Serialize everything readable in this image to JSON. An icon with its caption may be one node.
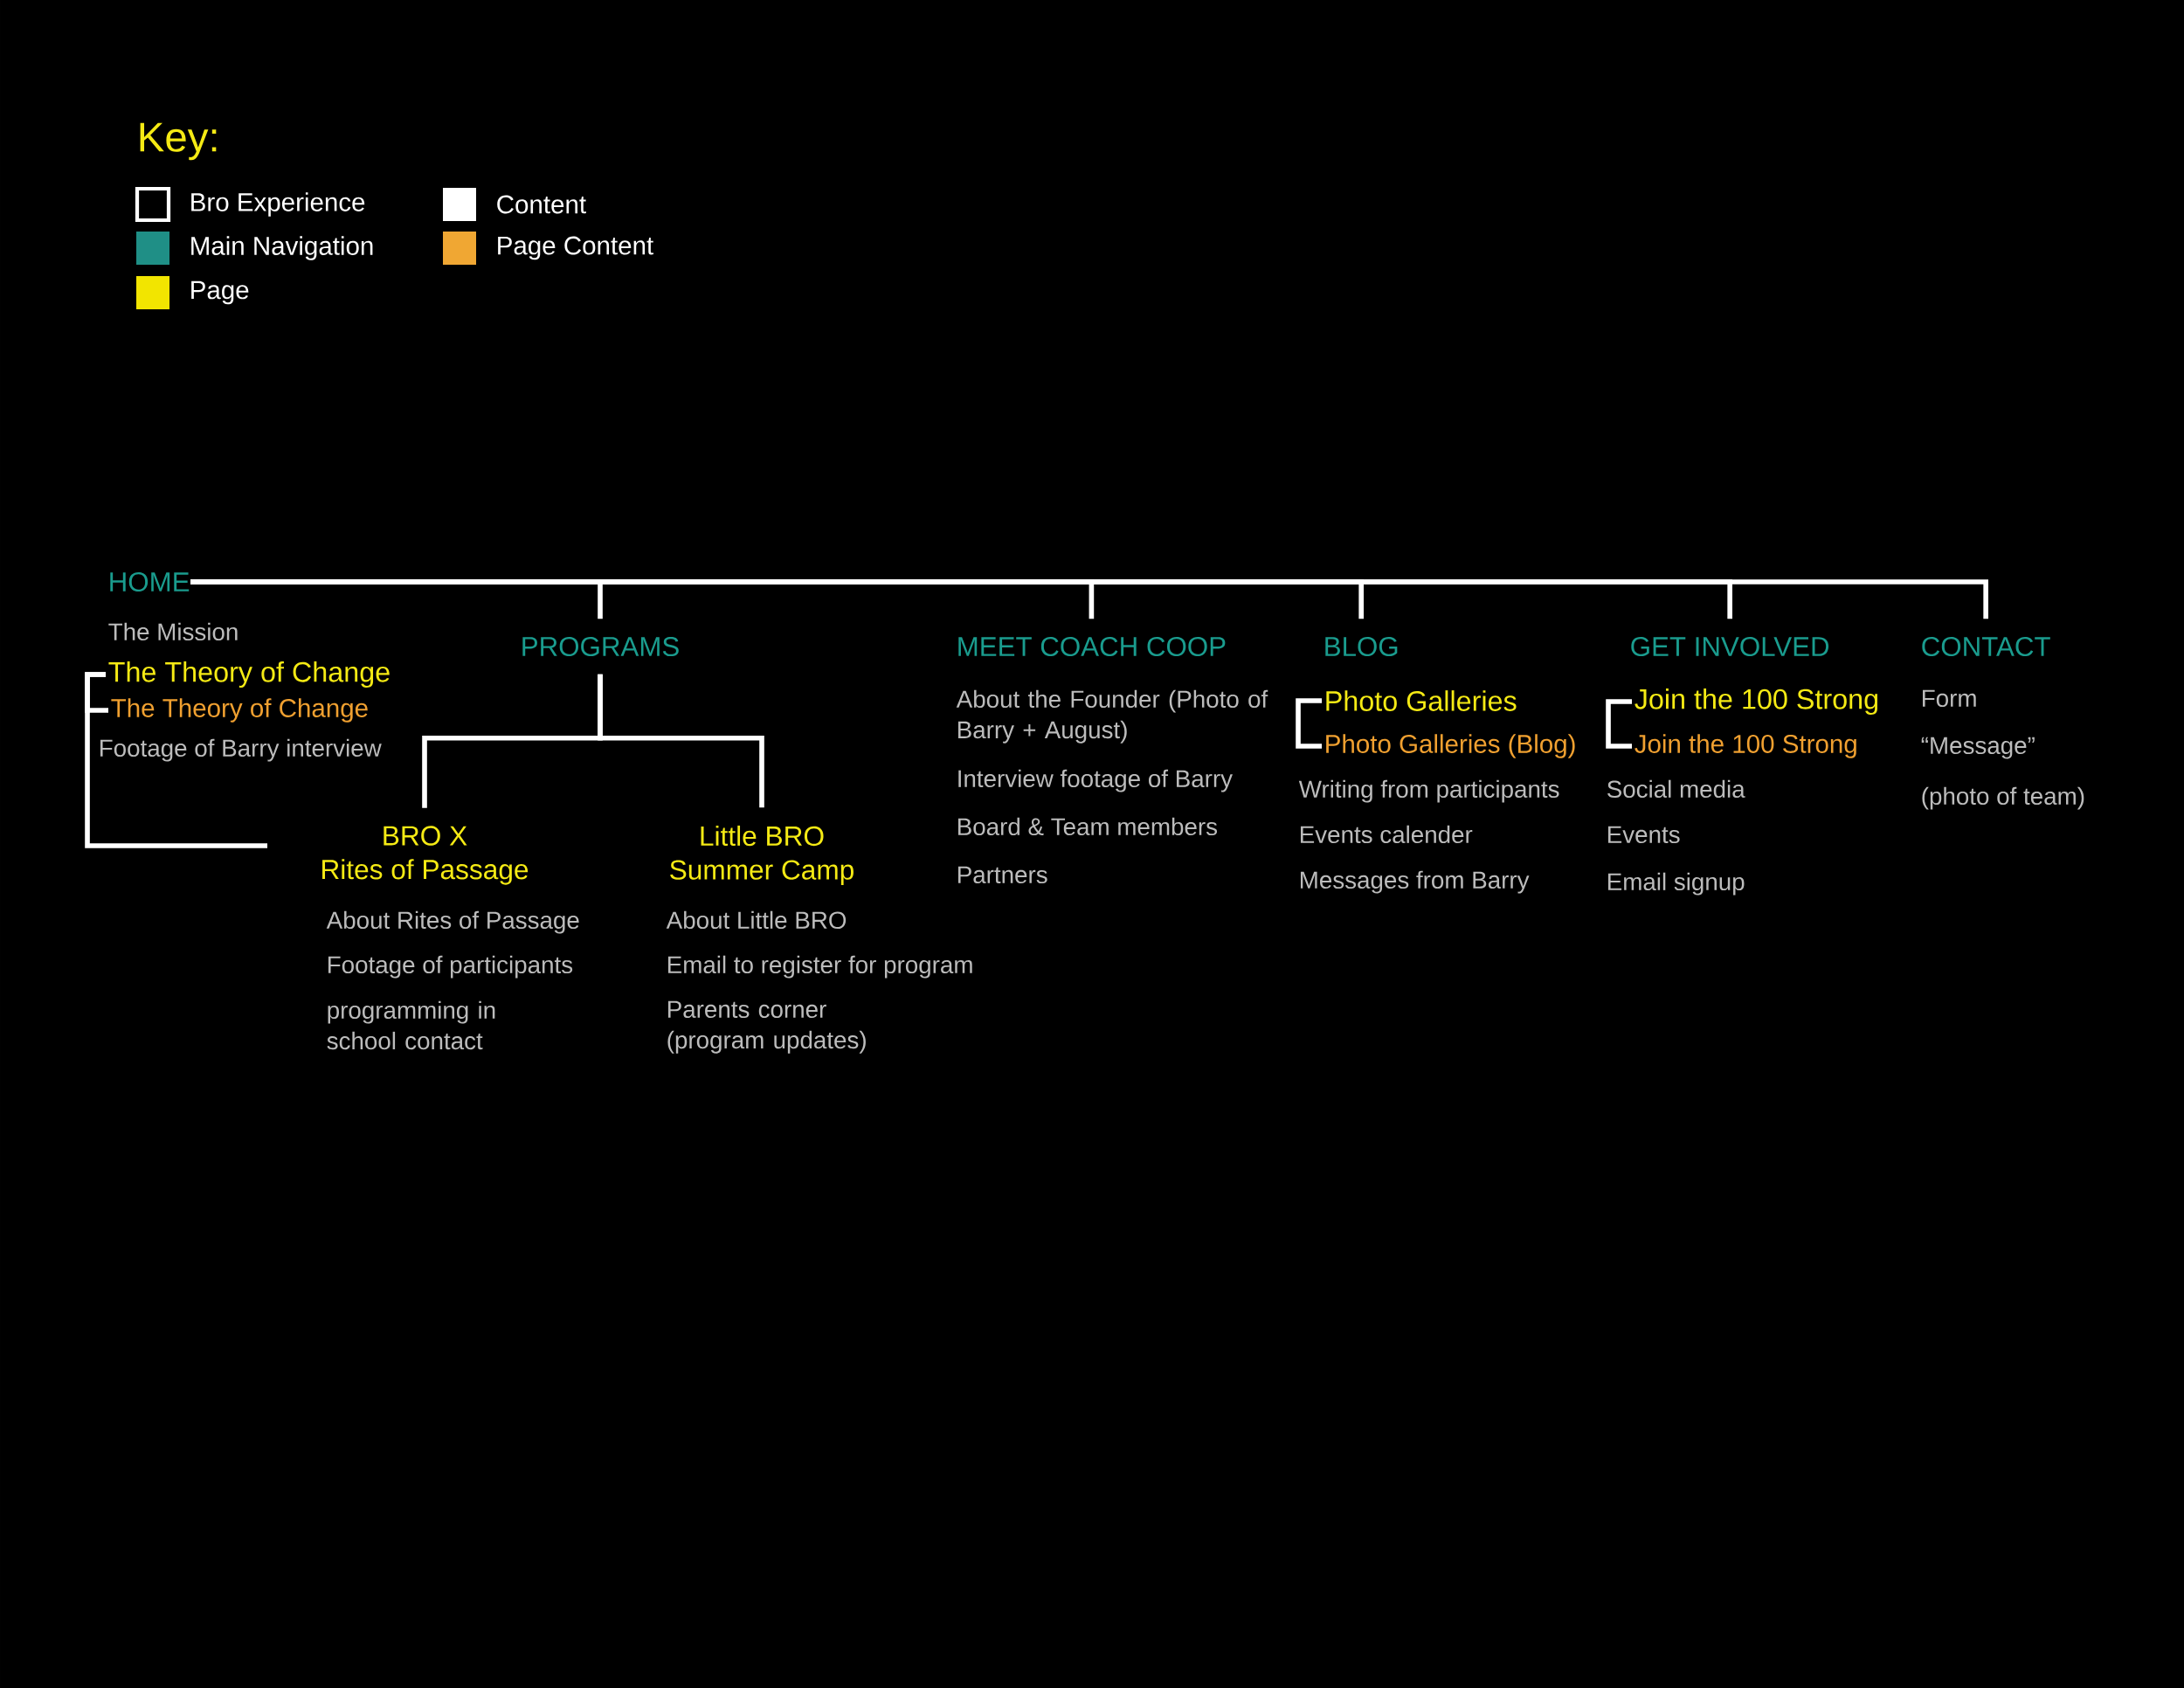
{
  "diagram": {
    "nodes": [
      {
        "text": [
          "HOME"
        ]
      },
      {
        "text": [
          "PROGRAMS"
        ]
      },
      {
        "text": [
          "MEET COACH COOP"
        ]
      },
      {
        "text": [
          "BLOG"
        ]
      },
      {
        "text": [
          "GET INVOLVED"
        ]
      },
      {
        "text": [
          "CONTACT"
        ]
      },
      {
        "text": [
          "The Theory of Change"
        ]
      },
      {
        "text": [
          "The Theory of Change"
        ]
      },
      {
        "text": [
          "BRO X",
          "Rites of Passage"
        ]
      },
      {
        "text": [
          "Little BRO",
          "Summer Camp"
        ]
      },
      {
        "text": [
          "Photo Galleries"
        ]
      },
      {
        "text": [
          "Photo Galleries (Blog)"
        ]
      },
      {
        "text": [
          "Join the 100 Strong"
        ]
      },
      {
        "text": [
          "Join the 100 Strong"
        ]
      }
    ],
    "edges": [
      {
        "from": 0,
        "to": 1,
        "arrow": "none"
      },
      {
        "from": 0,
        "to": 2,
        "arrow": "none"
      },
      {
        "from": 0,
        "to": 3,
        "arrow": "none"
      },
      {
        "from": 0,
        "to": 4,
        "arrow": "none"
      },
      {
        "from": 0,
        "to": 5,
        "arrow": "none"
      },
      {
        "from": 1,
        "to": 8,
        "arrow": "none"
      },
      {
        "from": 1,
        "to": 9,
        "arrow": "none"
      },
      {
        "from": 6,
        "to": 7,
        "arrow": "none"
      },
      {
        "from": 6,
        "to": null,
        "arrow": "none"
      },
      {
        "from": 10,
        "to": 11,
        "arrow": "none"
      },
      {
        "from": 12,
        "to": 13,
        "arrow": "none"
      }
    ],
    "labels": [
      "Key:",
      "The Mission",
      "Footage of Barry interview",
      "About the Founder (Photo of Barry + August)",
      "Interview footage of Barry",
      "Board & Team members",
      "Partners",
      "Writing from participants",
      "Events calender",
      "Messages from Barry",
      "Social media",
      "Events",
      "Email signup",
      "Form",
      "“Message”",
      "(photo of team)",
      "About Rites of Passage",
      "Footage of participants",
      "programming in school contact",
      "About Little BRO",
      "Email to register for program",
      "Parents corner (program updates)"
    ],
    "legend": [
      {
        "text": "Bro Experience"
      },
      {
        "text": "Main Navigation",
        "color": "#1f8f86"
      },
      {
        "text": "Page",
        "color": "#f2e500"
      },
      {
        "text": "Content",
        "color": "#ffffff"
      },
      {
        "text": "Page Content",
        "color": "#f0a733"
      }
    ]
  }
}
